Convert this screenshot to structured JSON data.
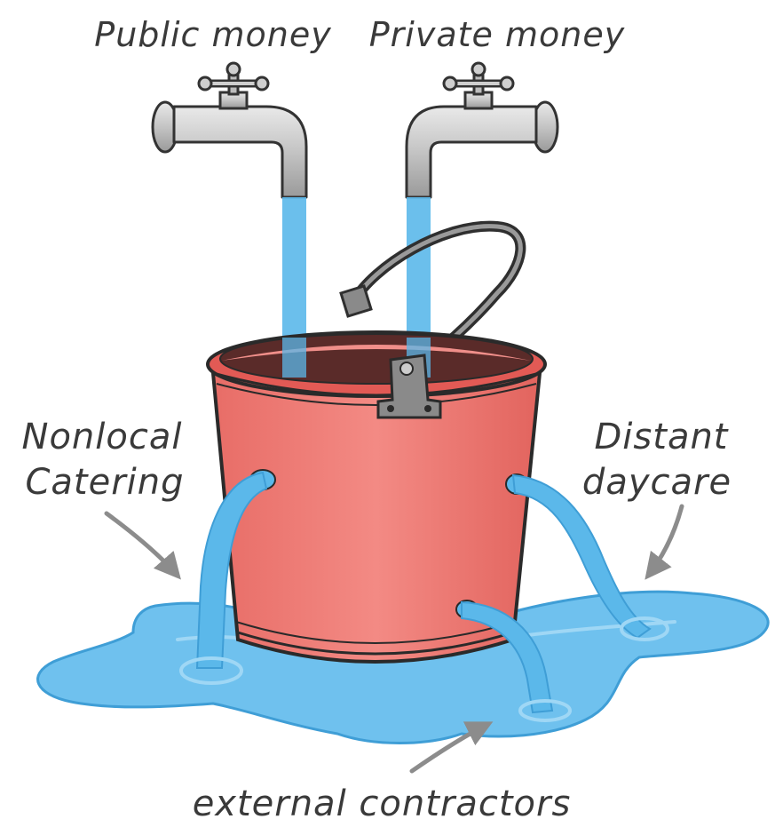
{
  "labels": {
    "public_money": "Public money",
    "private_money": "Private money",
    "nonlocal_line1": "Nonlocal",
    "nonlocal_line2": "Catering",
    "distant_line1": "Distant",
    "distant_line2": "daycare",
    "external": "external contractors"
  },
  "colors": {
    "bucket": "#f2807a",
    "water": "#5bb8ea",
    "puddle": "#6fc1ee",
    "tap": "#cfcfcf",
    "ink": "#3a3a3a",
    "arrow": "#8c8c8c"
  }
}
